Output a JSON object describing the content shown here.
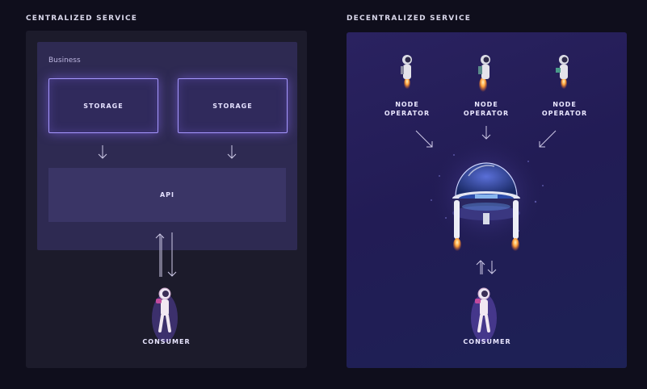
{
  "left": {
    "title": "CENTRALIZED SERVICE",
    "business_label": "Business",
    "storage_1": "STORAGE",
    "storage_2": "STORAGE",
    "api_label": "API",
    "consumer_label": "CONSUMER"
  },
  "right": {
    "title": "DECENTRALIZED SERVICE",
    "node_1_line1": "NODE",
    "node_1_line2": "OPERATOR",
    "node_2_line1": "NODE",
    "node_2_line2": "OPERATOR",
    "node_3_line1": "NODE",
    "node_3_line2": "OPERATOR",
    "consumer_label": "CONSUMER"
  },
  "colors": {
    "background": "#0f0e1c",
    "accent": "#a697ff",
    "flame": "#ff9a2e"
  }
}
